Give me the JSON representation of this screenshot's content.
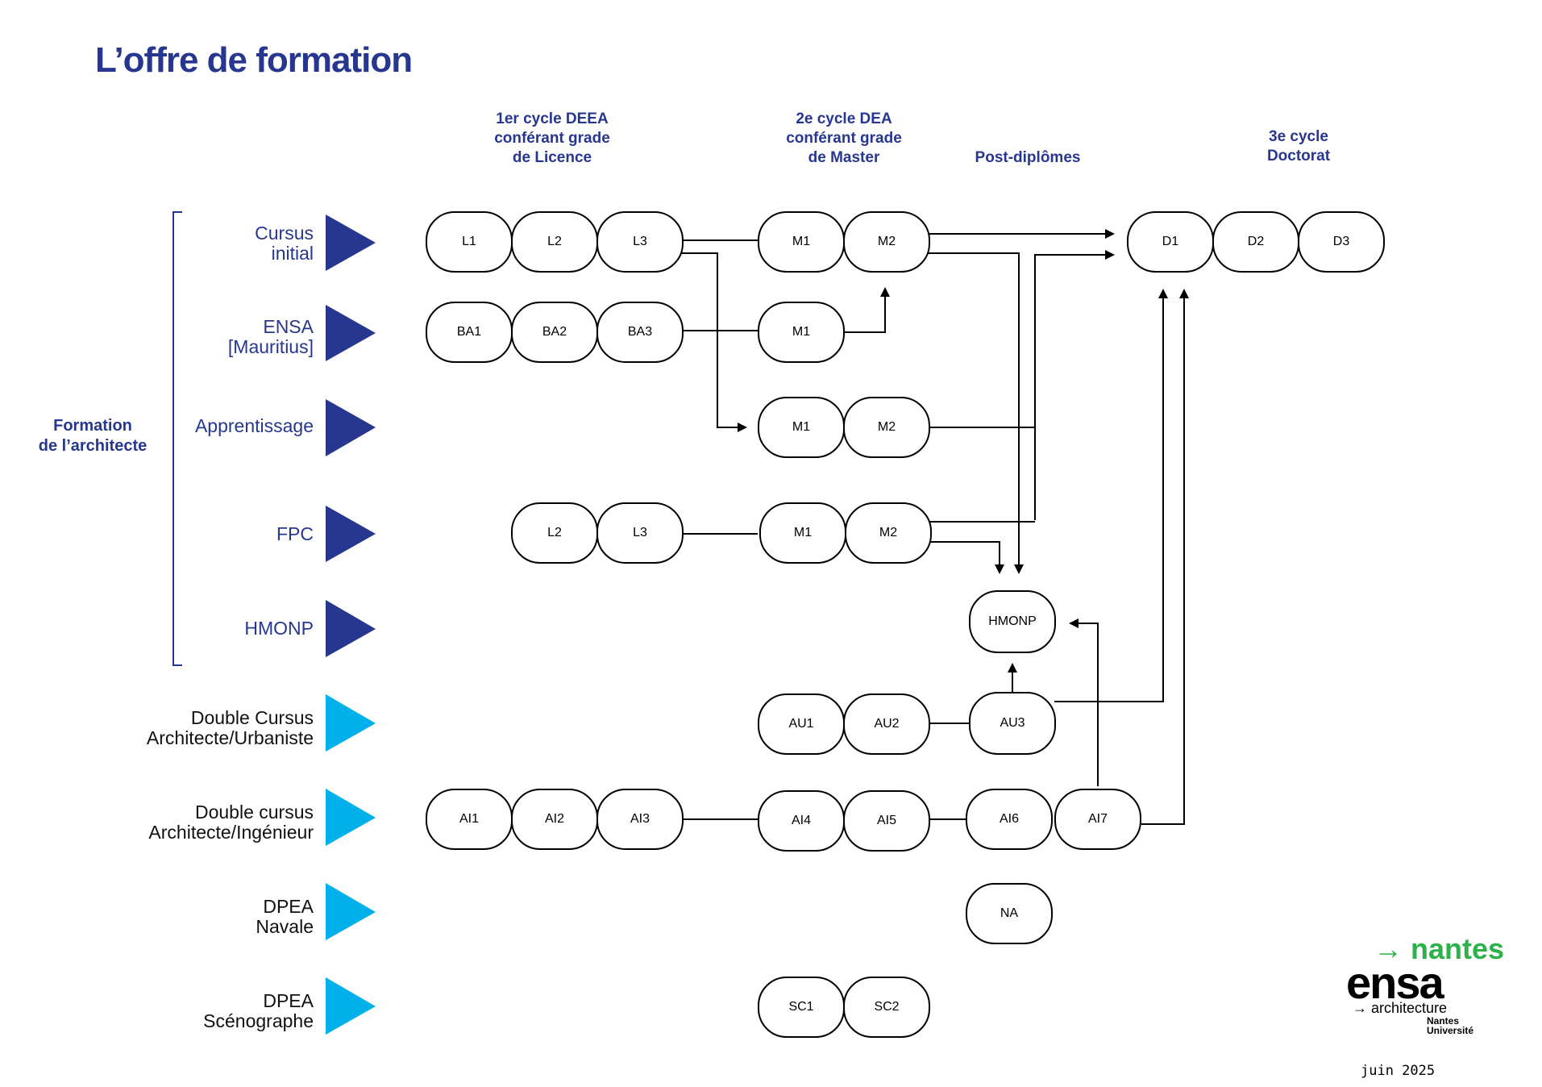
{
  "title": "L’offre de formation",
  "columns": {
    "cycle1": [
      "1er cycle DEEA",
      "conférant grade",
      "de Licence"
    ],
    "cycle2": [
      "2e cycle DEA",
      "conférant grade",
      "de Master"
    ],
    "post": "Post-diplômes",
    "cycle3": [
      "3e cycle",
      "Doctorat"
    ]
  },
  "side_group": [
    "Formation",
    "de l’architecte"
  ],
  "rows": [
    {
      "id": "cursus",
      "lines": [
        "Cursus",
        "initial"
      ],
      "color": "#27378f"
    },
    {
      "id": "ensa",
      "lines": [
        "ENSA",
        "[Mauritius]"
      ],
      "color": "#27378f"
    },
    {
      "id": "apprentissage",
      "lines": [
        "Apprentissage"
      ],
      "color": "#27378f"
    },
    {
      "id": "fpc",
      "lines": [
        "FPC"
      ],
      "color": "#27378f"
    },
    {
      "id": "hmonp",
      "lines": [
        "HMONP"
      ],
      "color": "#27378f"
    },
    {
      "id": "double-au",
      "lines": [
        "Double Cursus",
        "Architecte/Urbaniste"
      ],
      "color": "#00b0ea"
    },
    {
      "id": "double-ai",
      "lines": [
        "Double cursus",
        "Architecte/Ingénieur"
      ],
      "color": "#00b0ea"
    },
    {
      "id": "dpea-navale",
      "lines": [
        "DPEA",
        "Navale"
      ],
      "color": "#00b0ea"
    },
    {
      "id": "dpea-sceno",
      "lines": [
        "DPEA",
        "Scénographe"
      ],
      "color": "#00b0ea"
    }
  ],
  "nodes": {
    "L1": "L1",
    "L2": "L2",
    "L3": "L3",
    "M1": "M1",
    "M2": "M2",
    "D1": "D1",
    "D2": "D2",
    "D3": "D3",
    "BA1": "BA1",
    "BA2": "BA2",
    "BA3": "BA3",
    "BM1": "M1",
    "AM1": "M1",
    "AM2": "M2",
    "FL2": "L2",
    "FL3": "L3",
    "FM1": "M1",
    "FM2": "M2",
    "HMONP": "HMONP",
    "AU1": "AU1",
    "AU2": "AU2",
    "AU3": "AU3",
    "AI1": "AI1",
    "AI2": "AI2",
    "AI3": "AI3",
    "AI4": "AI4",
    "AI5": "AI5",
    "AI6": "AI6",
    "AI7": "AI7",
    "NA": "NA",
    "SC1": "SC1",
    "SC2": "SC2"
  },
  "logo": {
    "nantes": "→ nantes",
    "ensa": "ensa",
    "architecture": "→ architecture",
    "univ_line1": "Nantes",
    "univ_line2": "Université"
  },
  "date": "juin 2025",
  "colors": {
    "accent_dark": "#27378f",
    "accent_light": "#00b0ea",
    "logo_green": "#2db14b"
  }
}
